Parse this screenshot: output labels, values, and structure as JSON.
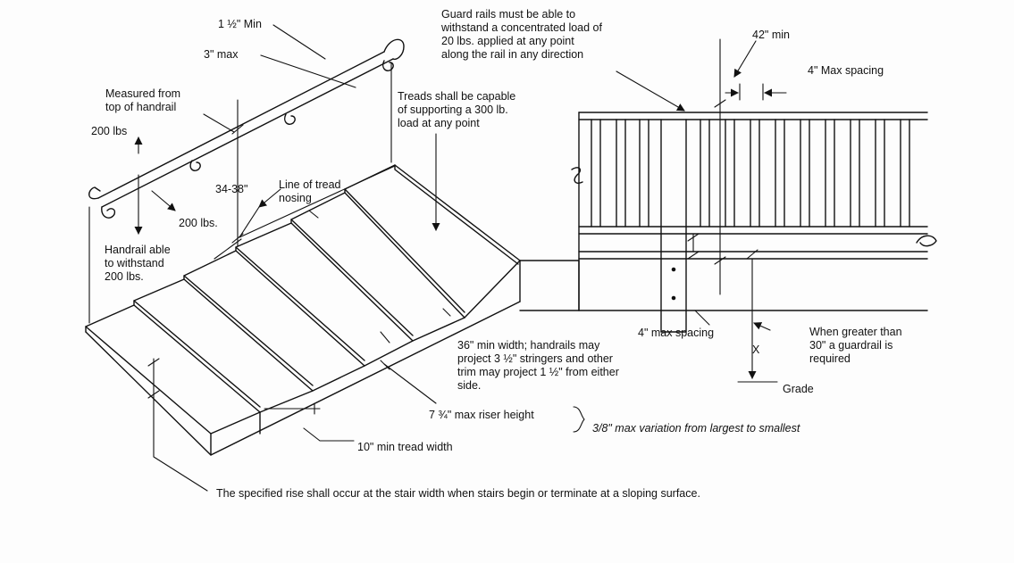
{
  "labels": {
    "handrail_grip_min": "1 ½\" Min",
    "handrail_grip_max": "3\" max",
    "measured_from": "Measured from\ntop of handrail",
    "load_vertical": "200 lbs",
    "load_horizontal": "200 lbs.",
    "height_range": "34-38\"",
    "tread_nosing": "Line of tread\nnosing",
    "handrail_strength": "Handrail able\nto withstand\n200 lbs.",
    "guard_rail_load": "Guard rails must be able to\nwithstand a concentrated load of\n20 lbs. applied at any point\nalong the rail in any direction",
    "guard_height": "42\" min",
    "baluster_spacing_top": "4\" Max spacing",
    "tread_load": "Treads shall be capable\nof supporting a 300 lb.\nload at any point",
    "baluster_spacing_bottom": "4\" max spacing",
    "guardrail_required": "When greater than\n30\" a guardrail is\nrequired",
    "grade_dim": "X",
    "grade": "Grade",
    "stair_width": "36\" min width; handrails may\nproject 3 ½\" stringers and other\ntrim may project 1 ½\" from either\nside.",
    "riser_height": "7 ¾\" max riser height",
    "variation": "3/8\" max variation from largest to smallest",
    "tread_width": "10\" min tread width",
    "sloping_rule": "The specified rise shall occur at the stair width when stairs begin or terminate at a sloping surface."
  }
}
